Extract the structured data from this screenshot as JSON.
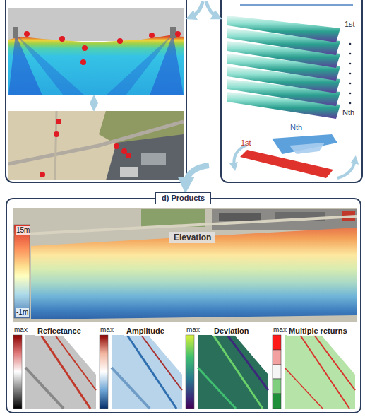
{
  "diagram": {
    "nodes": [
      {
        "text": [
          "d) Products"
        ]
      },
      {
        "text": [
          "Elevation"
        ],
        "in": 0
      },
      {
        "text": [
          "Reflectance"
        ],
        "in": 0
      },
      {
        "text": [
          "Amplitude"
        ],
        "in": 0
      },
      {
        "text": [
          "Deviation"
        ],
        "in": 0
      },
      {
        "text": [
          "Multiple returns"
        ],
        "in": 0
      }
    ],
    "labels": [
      "1st",
      "Nth",
      "Nth",
      "1st",
      "15m",
      "-1m",
      "max",
      "max",
      "max",
      "max"
    ]
  }
}
